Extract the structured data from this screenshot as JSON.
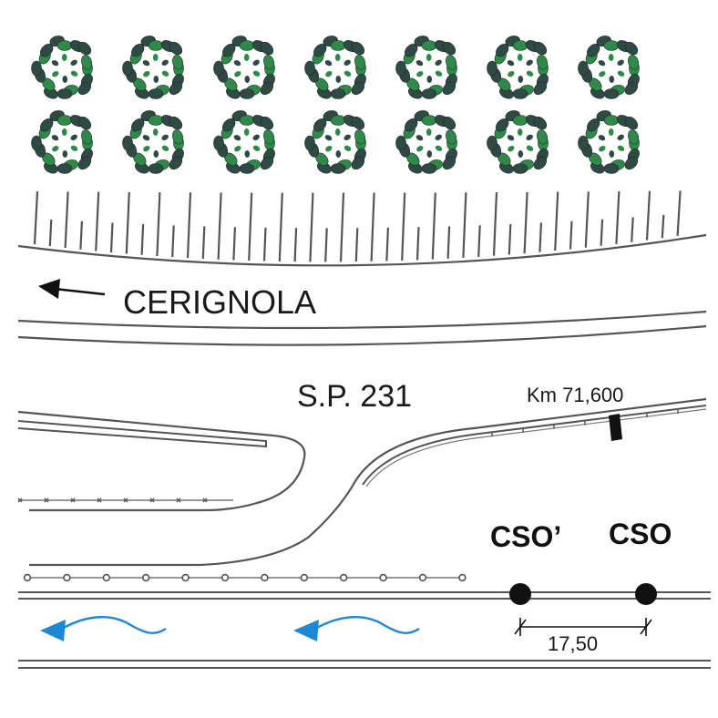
{
  "labels": {
    "direction": "CERIGNOLA",
    "road": "S.P. 231",
    "km_marker": "Km 71,600",
    "station_a": "CSO’",
    "station_b": "CSO",
    "distance": "17,50"
  },
  "trees": {
    "rows": 2,
    "per_row": 7
  },
  "colors": {
    "line": "#555555",
    "text": "#1a1a1a",
    "tree_dark": "#2f4a44",
    "tree_green": "#2f8a4a",
    "water": "#1e88d8",
    "station": "#111111"
  },
  "icons": {
    "direction_arrow": "arrow-left-icon",
    "flow_arrow": "water-flow-arrow-icon",
    "tree": "tree-crown-icon",
    "station": "station-dot-icon"
  }
}
